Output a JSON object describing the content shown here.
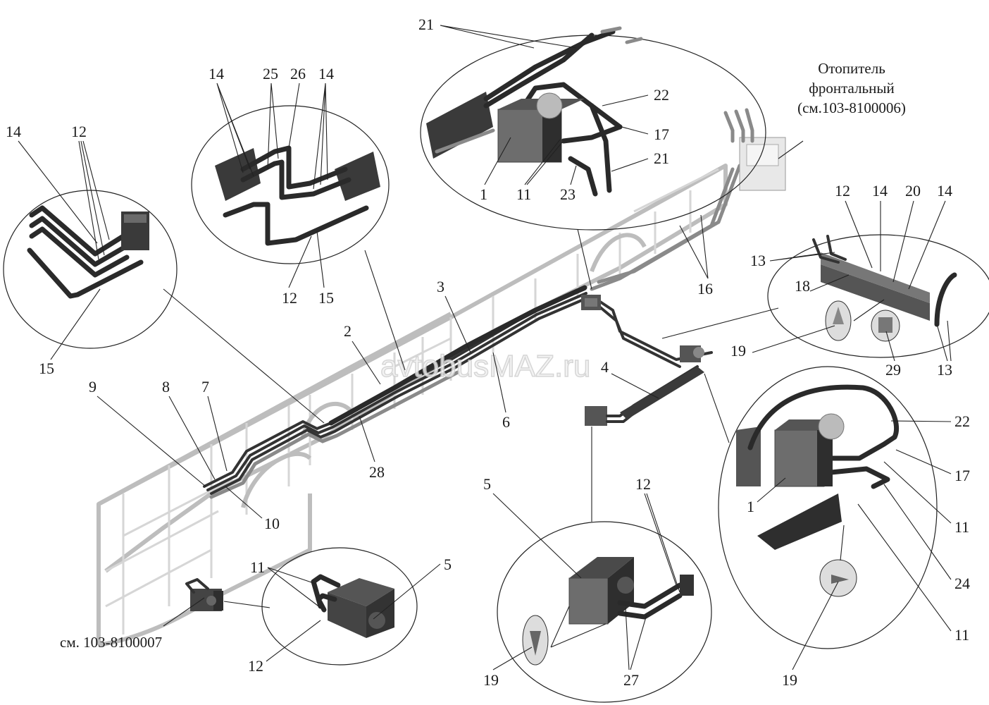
{
  "diagram": {
    "title": "Heating system hoses and heaters layout (bus body frame)",
    "watermark": "avtobusMAZ.ru",
    "notes": {
      "front_heater_line1": "Отопитель",
      "front_heater_line2": "фронтальный",
      "front_heater_line3": "(см.103-8100006)",
      "rear_heater_ref": "см. 103-8100007"
    },
    "callouts": {
      "main": [
        "2",
        "3",
        "4",
        "6",
        "7",
        "8",
        "9",
        "10",
        "16",
        "28"
      ],
      "detail_left": [
        "14",
        "12",
        "15"
      ],
      "detail_upper_left": [
        "14",
        "25",
        "26",
        "14",
        "12",
        "15"
      ],
      "detail_top": [
        "21",
        "22",
        "17",
        "21",
        "1",
        "11",
        "23"
      ],
      "detail_right_top": [
        "12",
        "14",
        "20",
        "14",
        "13",
        "18",
        "19",
        "29",
        "13"
      ],
      "detail_right_bottom": [
        "22",
        "17",
        "1",
        "11",
        "24",
        "11",
        "19"
      ],
      "detail_center_bottom": [
        "5",
        "12",
        "19",
        "27"
      ],
      "detail_left_bottom": [
        "11",
        "5",
        "12"
      ]
    }
  }
}
